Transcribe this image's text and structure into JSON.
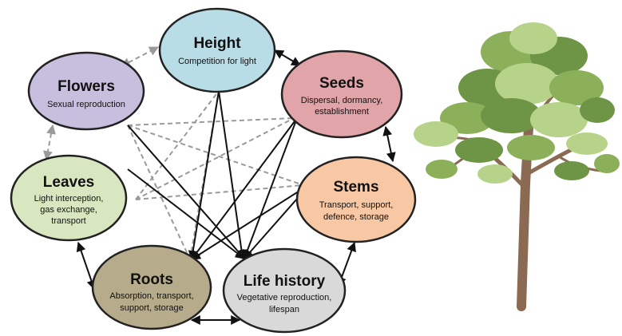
{
  "nodes": {
    "height": {
      "title": "Height",
      "lines": [
        "Competition for light"
      ],
      "color": "#b9dde6"
    },
    "seeds": {
      "title": "Seeds",
      "lines": [
        "Dispersal, dormancy,",
        "establishment"
      ],
      "color": "#e1a4a8"
    },
    "flowers": {
      "title": "Flowers",
      "lines": [
        "Sexual reproduction"
      ],
      "color": "#c7bfdd"
    },
    "leaves": {
      "title": "Leaves",
      "lines": [
        "Light interception,",
        "gas exchange,",
        "transport"
      ],
      "color": "#d8e7bf"
    },
    "stems": {
      "title": "Stems",
      "lines": [
        "Transport, support,",
        "defence, storage"
      ],
      "color": "#f8c7a3"
    },
    "roots": {
      "title": "Roots",
      "lines": [
        "Absorption, transport,",
        "support, storage"
      ],
      "color": "#b6ab8a"
    },
    "life": {
      "title": "Life history",
      "lines": [
        "Vegetative reproduction,",
        "lifespan"
      ],
      "color": "#d9d9d9"
    }
  },
  "colors": {
    "solid_arrow": "#111111",
    "dashed_arrow": "#9a9a9a",
    "trunk": "#8a6a52",
    "foliage_dark": "#6e9446",
    "foliage_mid": "#8cb05a",
    "foliage_light": "#b7d38a"
  },
  "icons": {
    "tree": "tree-illustration"
  }
}
